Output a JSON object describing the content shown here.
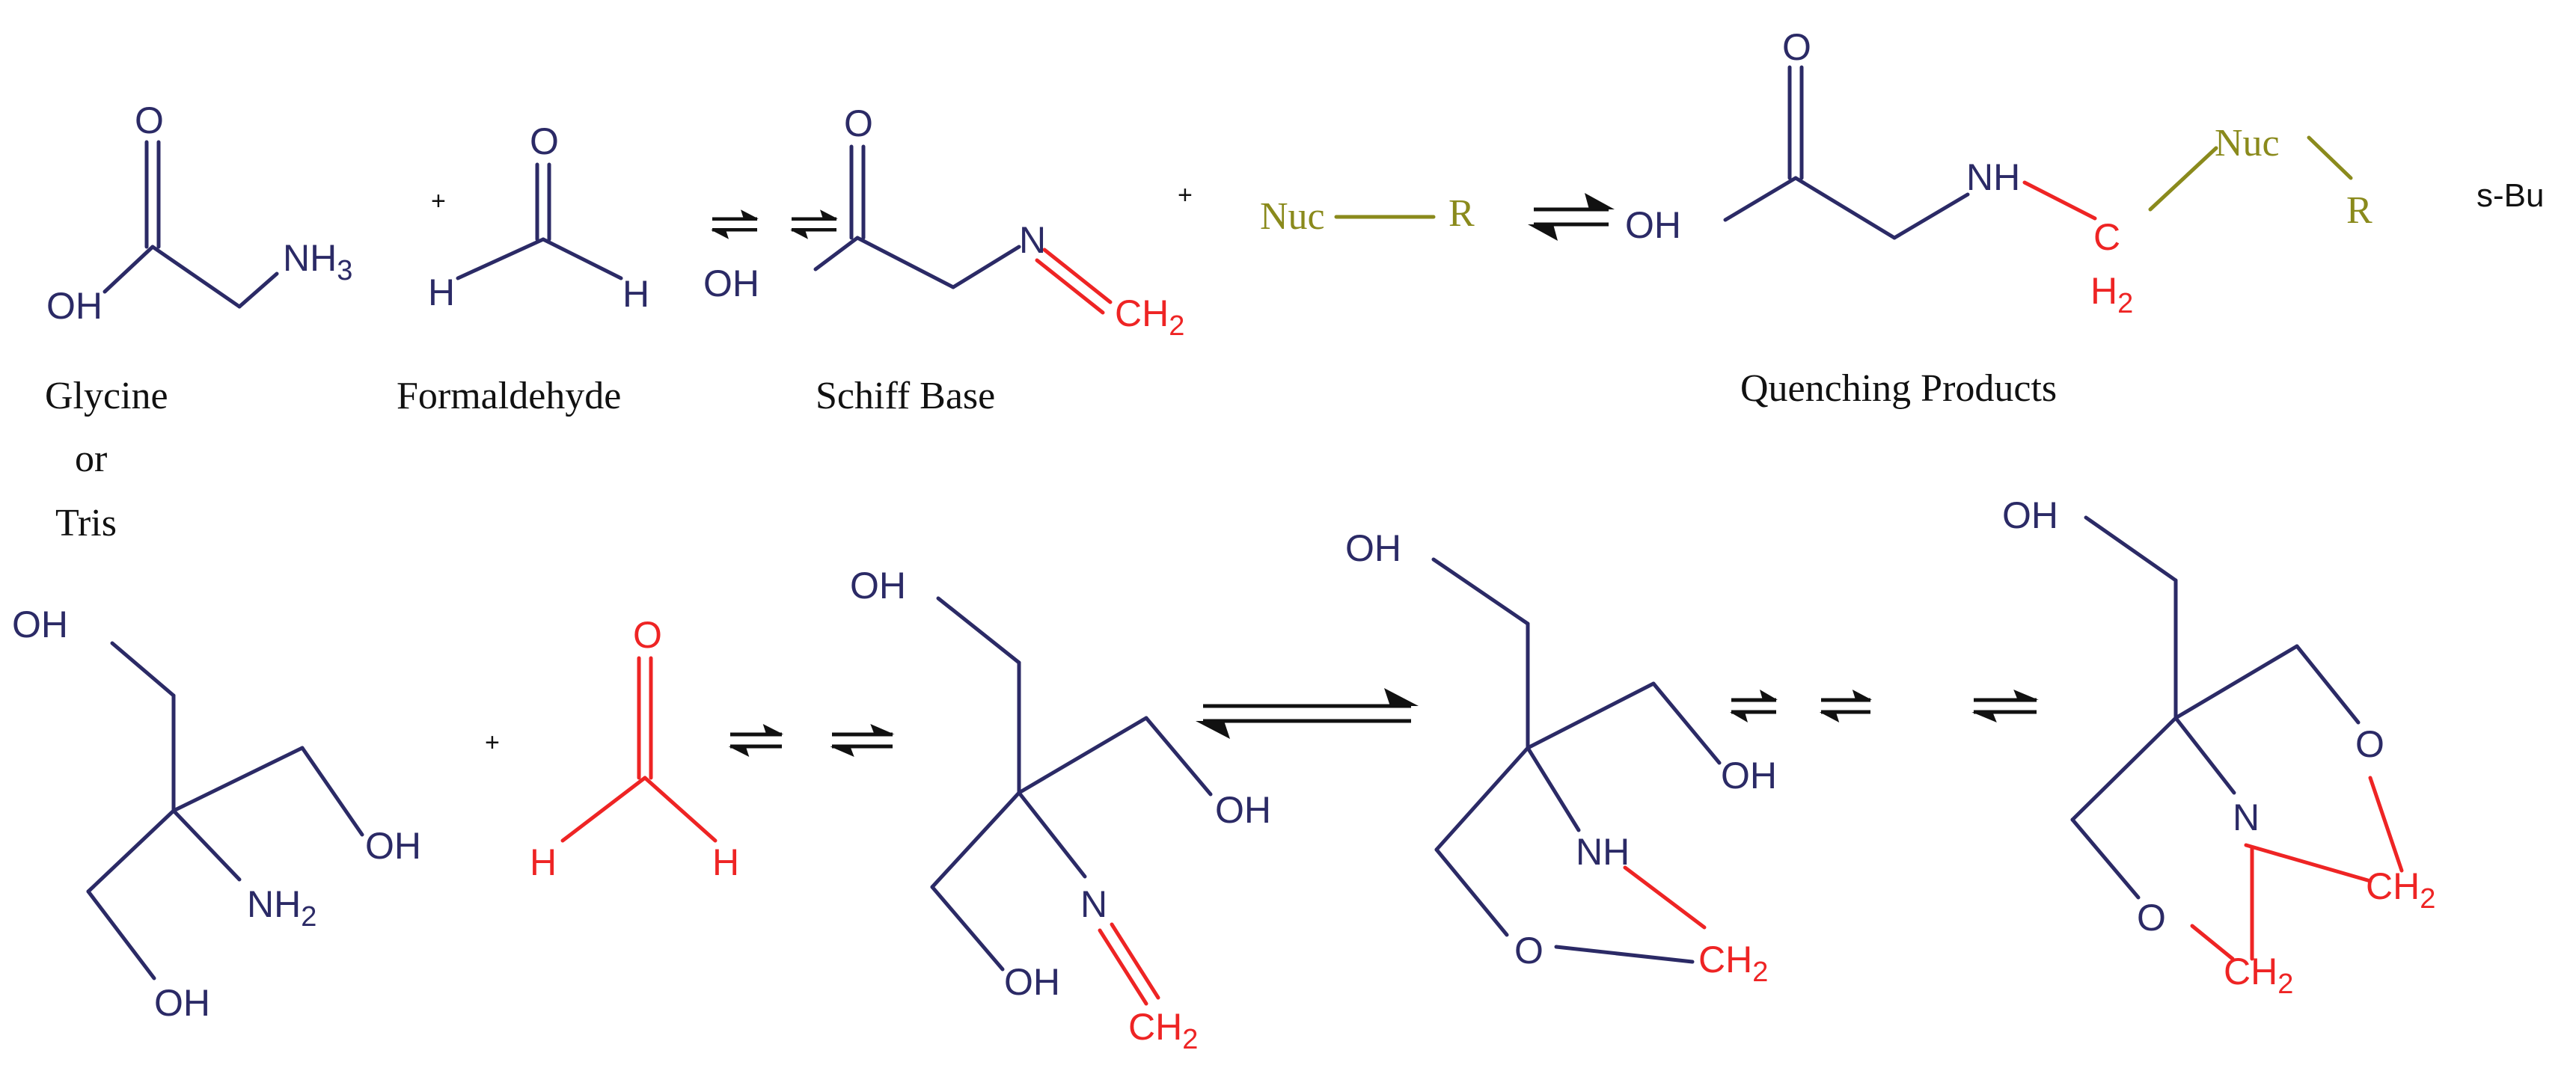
{
  "captions": {
    "glycine": "Glycine",
    "or": "or",
    "tris": "Tris",
    "formaldehyde": "Formaldehyde",
    "schiff_base": "Schiff Base",
    "quenching_products": "Quenching Products",
    "side_note": "s-Bu"
  },
  "atoms": {
    "O": "O",
    "OH": "OH",
    "NH": "NH",
    "N": "N",
    "NH3": "NH",
    "NH2": "NH",
    "H": "H",
    "C": "C",
    "CH2": "CH",
    "H2": "H",
    "sub2": "2",
    "sub3": "3",
    "Nuc": "Nuc",
    "R": "R"
  },
  "plus": "+",
  "colors": {
    "structure": "#2b2a66",
    "highlight": "#ee2424",
    "nucleophile": "#8a8a1c",
    "arrow": "#111111"
  }
}
